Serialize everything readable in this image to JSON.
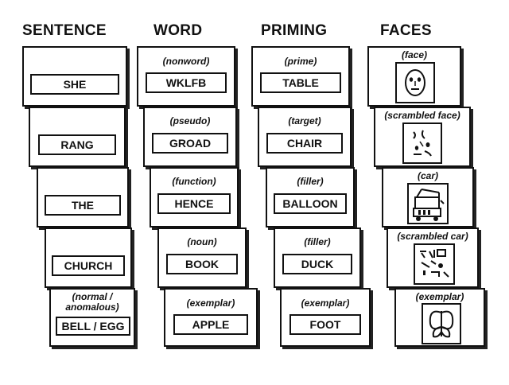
{
  "headers": {
    "sentence": "SENTENCE",
    "word": "WORD",
    "priming": "PRIMING",
    "faces": "FACES"
  },
  "sentence": {
    "words": [
      "SHE",
      "RANG",
      "THE",
      "CHURCH",
      "BELL / EGG"
    ],
    "last_tag_line1": "(normal /",
    "last_tag_line2": "anomalous)"
  },
  "word": {
    "cards": [
      {
        "tag": "(nonword)",
        "text": "WKLFB"
      },
      {
        "tag": "(pseudo)",
        "text": "GROAD"
      },
      {
        "tag": "(function)",
        "text": "HENCE"
      },
      {
        "tag": "(noun)",
        "text": "BOOK"
      },
      {
        "tag": "(exemplar)",
        "text": "APPLE"
      }
    ]
  },
  "priming": {
    "cards": [
      {
        "tag": "(prime)",
        "text": "TABLE"
      },
      {
        "tag": "(target)",
        "text": "CHAIR"
      },
      {
        "tag": "(filler)",
        "text": "BALLOON"
      },
      {
        "tag": "(filler)",
        "text": "DUCK"
      },
      {
        "tag": "(exemplar)",
        "text": "FOOT"
      }
    ]
  },
  "faces": {
    "cards": [
      {
        "tag": "(face)",
        "icon": "face-icon"
      },
      {
        "tag": "(scrambled face)",
        "icon": "scrambled-face-icon"
      },
      {
        "tag": "(car)",
        "icon": "car-icon"
      },
      {
        "tag": "(scrambled car)",
        "icon": "scrambled-car-icon"
      },
      {
        "tag": "(exemplar)",
        "icon": "butterfly-icon"
      }
    ]
  }
}
